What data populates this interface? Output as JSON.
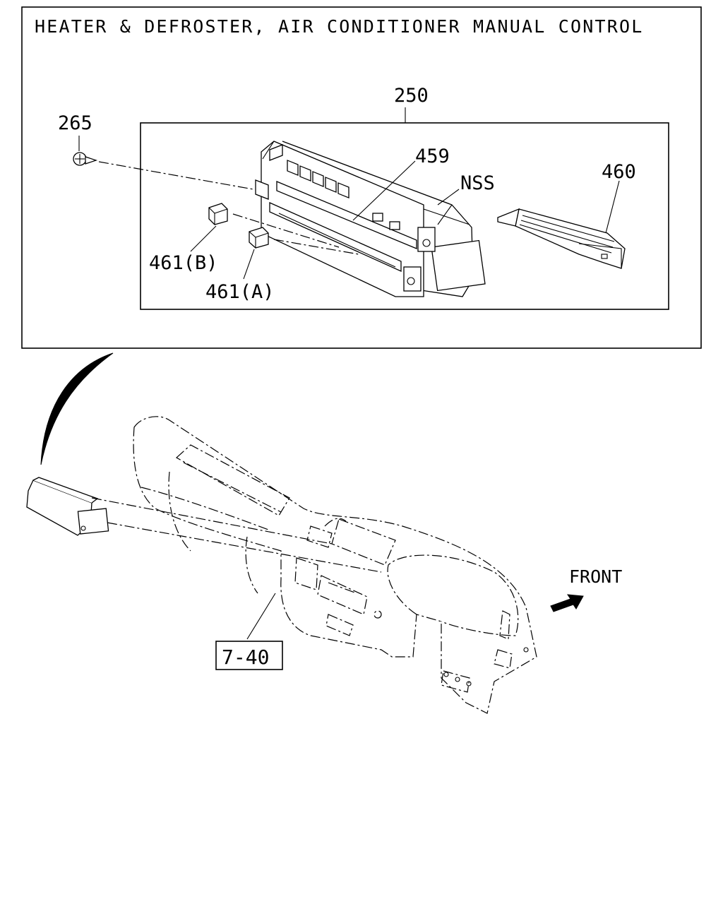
{
  "title": "HEATER & DEFROSTER, AIR CONDITIONER MANUAL CONTROL",
  "callouts": {
    "assembly": "250",
    "screw": "265",
    "panel": "459",
    "nss": "NSS",
    "module": "460",
    "knob_b": "461(B)",
    "knob_a": "461(A)",
    "reference": "7-40"
  },
  "direction_label": "FRONT",
  "icons": [
    "screw-icon",
    "front-arrow-icon"
  ]
}
